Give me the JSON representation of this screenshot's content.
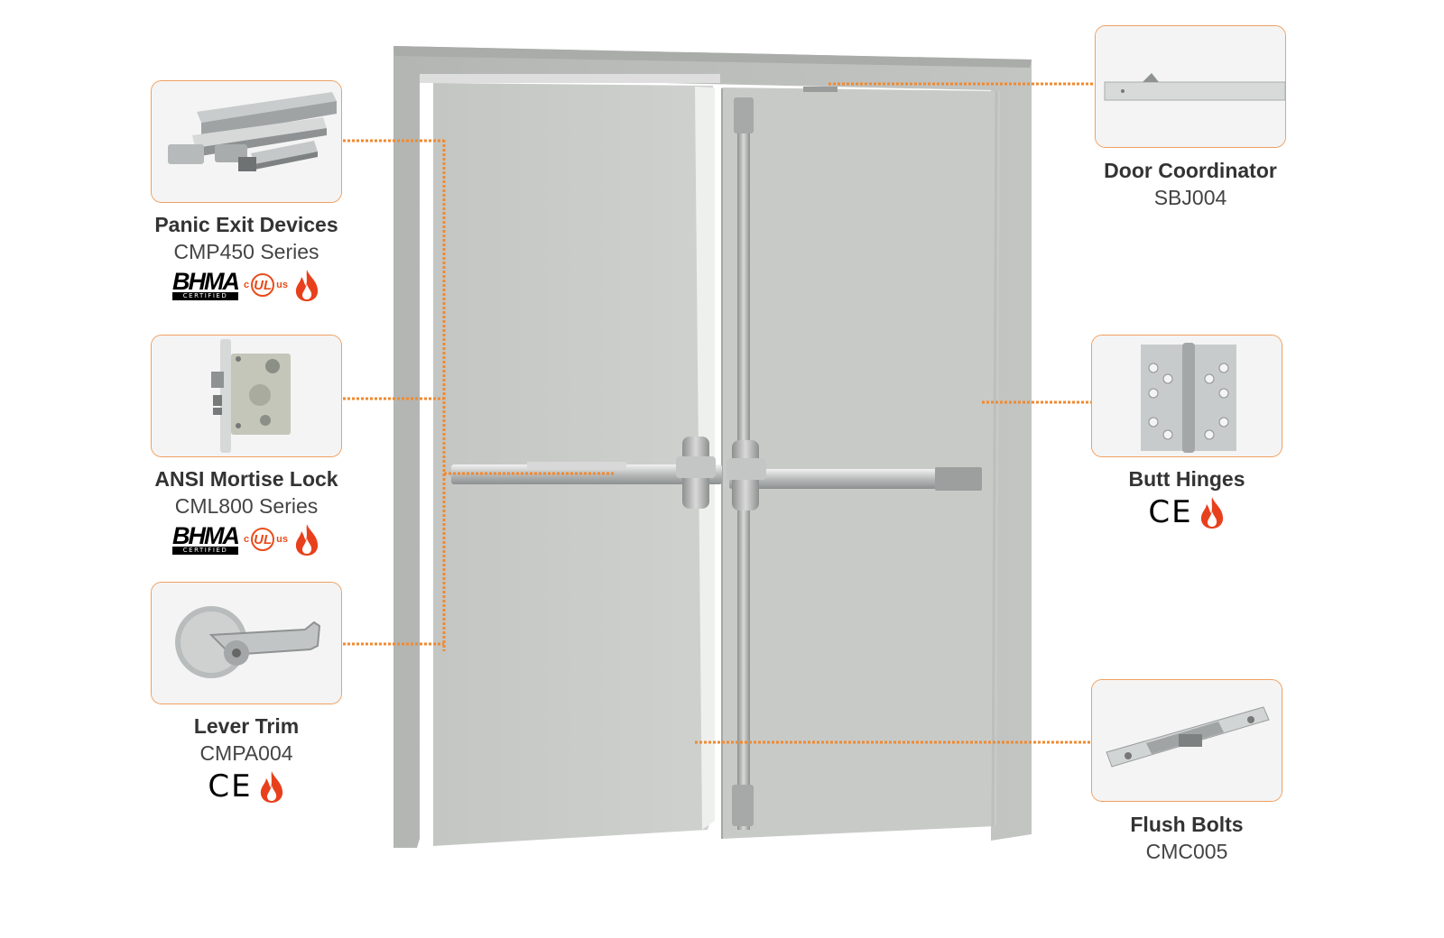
{
  "colors": {
    "accent": "#f08a30",
    "card_border": "#f0a060",
    "door": "#c8cac8",
    "frame": "#b5b8b5",
    "fire": "#e8401c"
  },
  "components": [
    {
      "key": "panic",
      "name": "Panic Exit Devices",
      "code": "CMP450 Series",
      "certs": [
        "BHMA",
        "UL",
        "fire"
      ]
    },
    {
      "key": "mortise",
      "name": "ANSI Mortise Lock",
      "code": "CML800 Series",
      "certs": [
        "BHMA",
        "UL",
        "fire"
      ]
    },
    {
      "key": "lever",
      "name": "Lever Trim",
      "code": "CMPA004",
      "certs": [
        "CE",
        "fire"
      ]
    },
    {
      "key": "coordinator",
      "name": "Door Coordinator",
      "code": "SBJ004",
      "certs": []
    },
    {
      "key": "hinges",
      "name": "Butt Hinges",
      "code": "",
      "certs": [
        "CE",
        "fire"
      ]
    },
    {
      "key": "flush",
      "name": "Flush Bolts",
      "code": "CMC005",
      "certs": []
    }
  ],
  "badges": {
    "bhma_text": "BHMA",
    "bhma_sub": "CERTIFIED",
    "ul_left": "c",
    "ul_mid": "UL",
    "ul_right": "us",
    "ce_text": "CE"
  },
  "icons": {
    "fire": "flame-icon",
    "ul": "ul-listed-icon",
    "ce": "ce-mark-icon",
    "bhma": "bhma-certified-icon"
  }
}
